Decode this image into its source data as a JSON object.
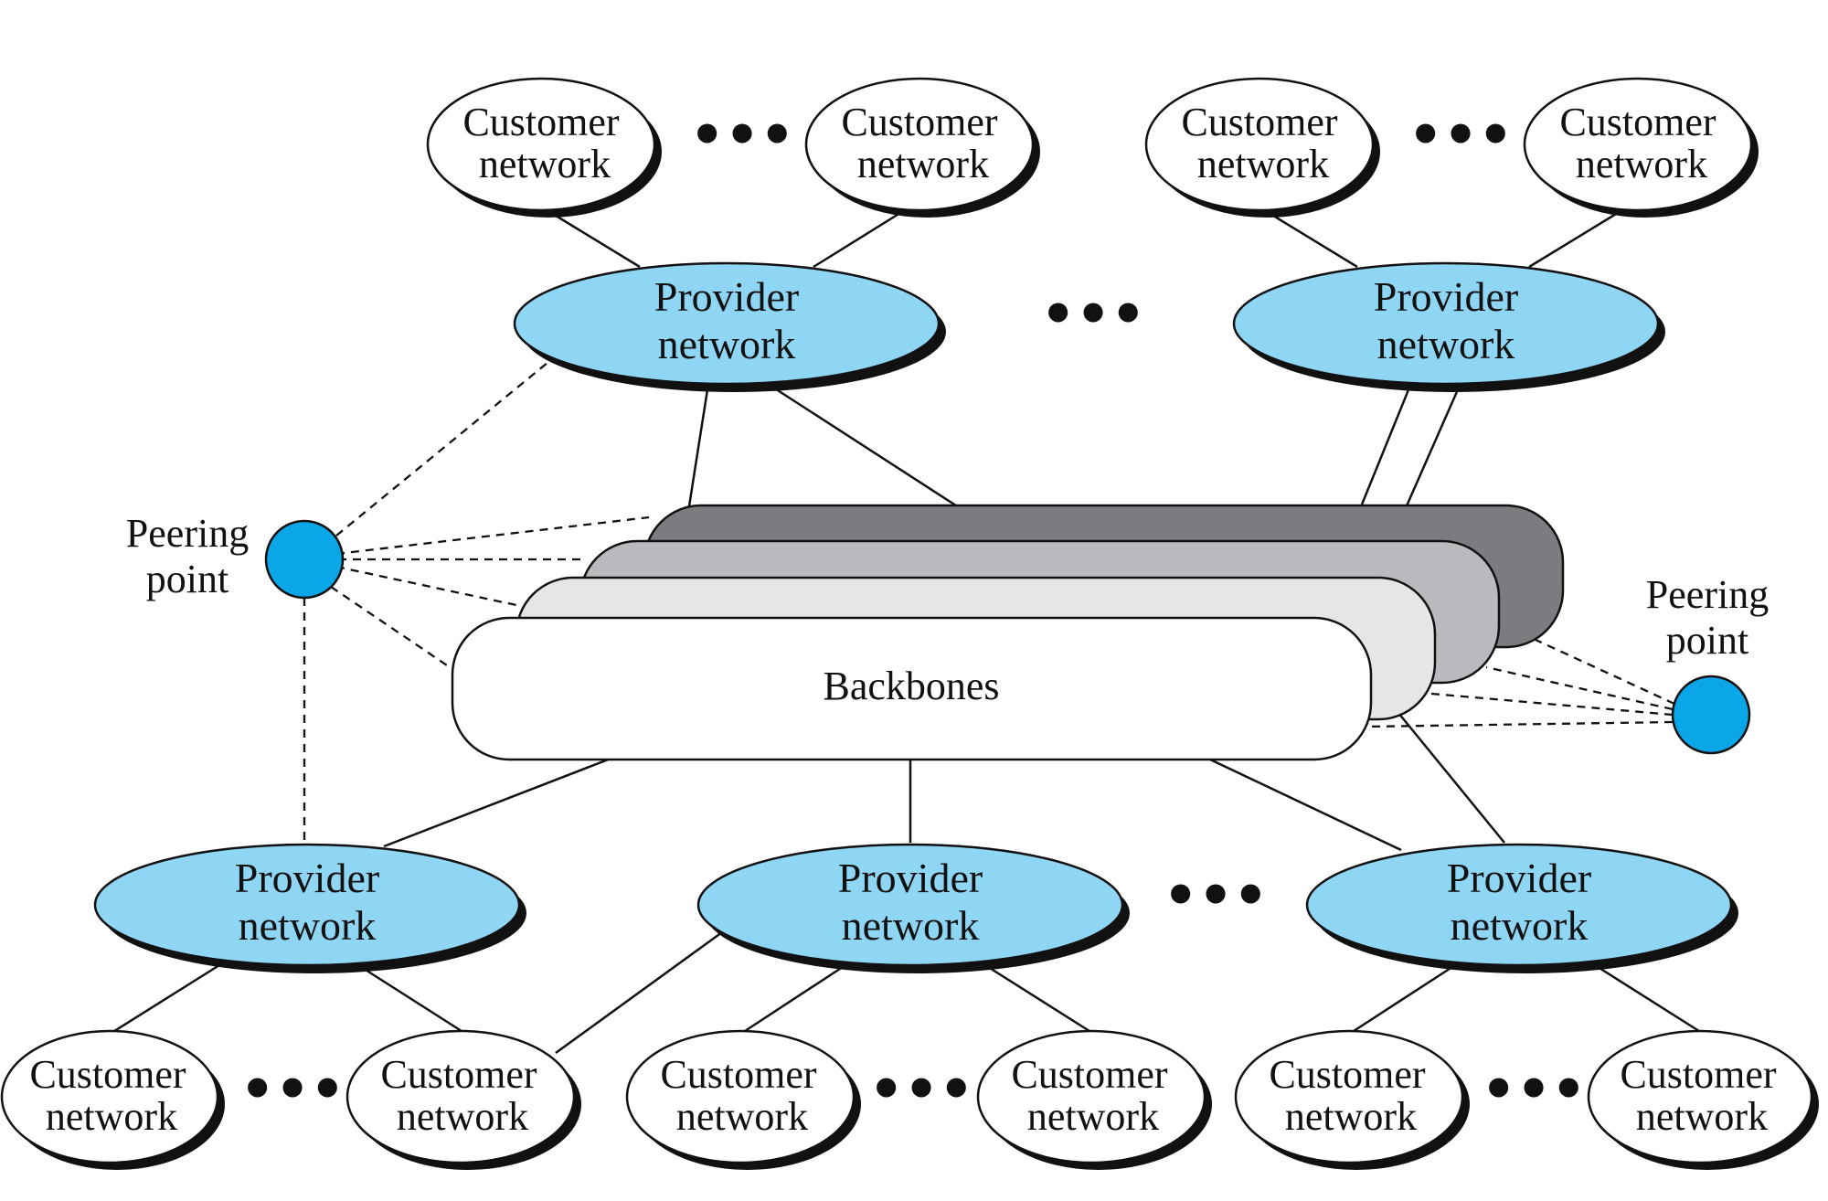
{
  "labels": {
    "customer_line1": "Customer",
    "customer_line2": "network",
    "provider_line1": "Provider",
    "provider_line2": "network",
    "backbones": "Backbones",
    "peering_line1": "Peering",
    "peering_line2": "point",
    "ellipsis": "•••"
  },
  "colors": {
    "provider_fill": "#8fd6f5",
    "peering_fill": "#0aa6e8",
    "backbone_back": "#7b7c80",
    "backbone_mid": "#b9babd",
    "backbone_front2": "#e6e6e8",
    "backbone_front": "#ffffff",
    "shadow": "#111111"
  }
}
